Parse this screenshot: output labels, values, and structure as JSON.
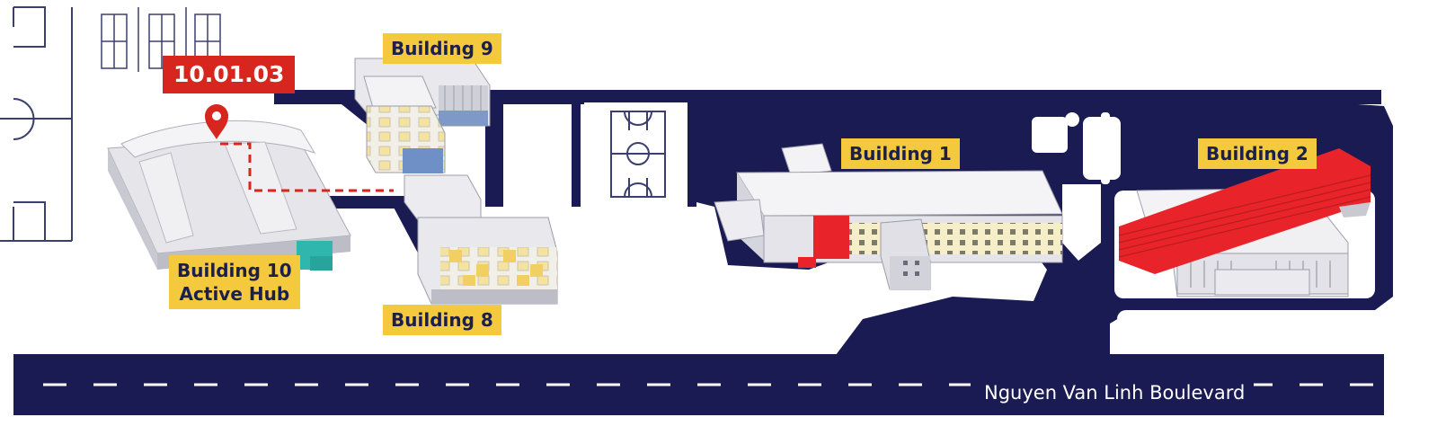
{
  "marker": {
    "code": "10.01.03",
    "icon": "location-pin-icon",
    "color": "#d7261e"
  },
  "buildings": {
    "b9": "Building 9",
    "b1": "Building 1",
    "b2": "Building 2",
    "b10_line1": "Building 10",
    "b10_line2": "Active Hub",
    "b8": "Building 8"
  },
  "road": {
    "name": "Nguyen Van Linh Boulevard"
  },
  "colors": {
    "road": "#1b1b53",
    "label_bg": "#f4c93e",
    "label_text": "#1b1f4e",
    "highlight": "#e8242a",
    "window": "#f7e7a8"
  }
}
